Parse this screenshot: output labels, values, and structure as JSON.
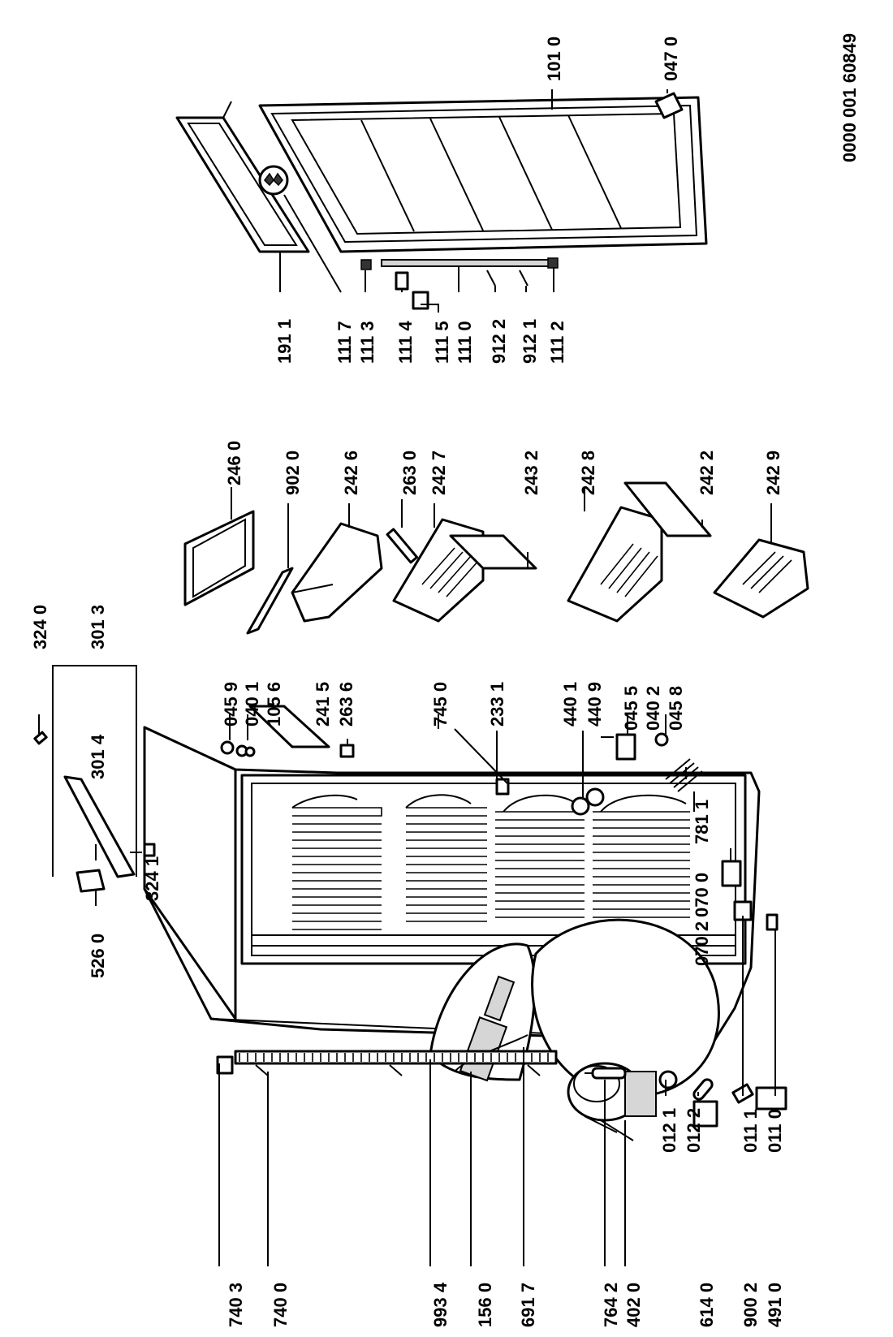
{
  "document_number": "0000 001 60849",
  "labels": {
    "l_7403": "740 3",
    "l_7400": "740 0",
    "l_9934": "993 4",
    "l_1560": "156 0",
    "l_6917": "691 7",
    "l_7642": "764 2",
    "l_4020": "402 0",
    "l_6140": "614 0",
    "l_9002": "900 2",
    "l_4910": "491 0",
    "l_0121": "012 1",
    "l_0122": "012 2",
    "l_0111": "011 1",
    "l_0110": "011 0",
    "l_5260": "526 0",
    "l_3241": "324 1",
    "l_3014": "301 4",
    "l_3013": "301 3",
    "l_3240": "324 0",
    "l_0459": "045 9",
    "l_0401": "040 1",
    "l_1056": "105 6",
    "l_2415": "241 5",
    "l_2636": "263 6",
    "l_7450": "745 0",
    "l_2331": "233 1",
    "l_4401": "440 1",
    "l_4409": "440 9",
    "l_0455": "045 5",
    "l_0402": "040 2",
    "l_0458": "045 8",
    "l_7811": "781 1",
    "l_0700": "070 0",
    "l_0702": "070 2",
    "l_2460": "246 0",
    "l_9020": "902 0",
    "l_2426": "242 6",
    "l_2630": "263 0",
    "l_2427": "242 7",
    "l_2432": "243 2",
    "l_2428": "242 8",
    "l_2422": "242 2",
    "l_2429": "242 9",
    "l_1911": "191 1",
    "l_1117": "111 7",
    "l_1113": "111 3",
    "l_1114": "111 4",
    "l_1115": "111 5",
    "l_1110": "111 0",
    "l_9122": "912 2",
    "l_9121": "912 1",
    "l_1112": "111 2",
    "l_1010": "101 0",
    "l_0470": "047 0"
  }
}
